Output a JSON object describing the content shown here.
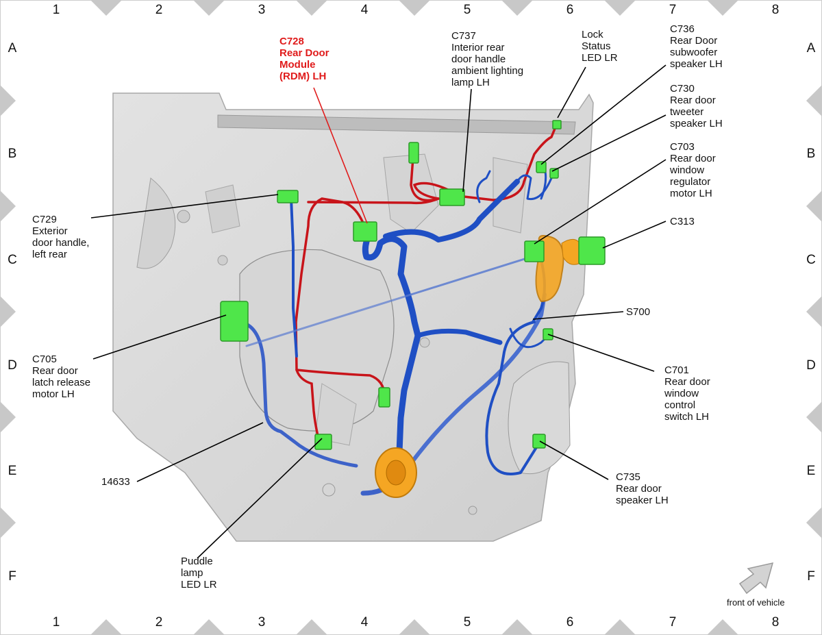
{
  "grid": {
    "columns": [
      "1",
      "2",
      "3",
      "4",
      "5",
      "6",
      "7",
      "8"
    ],
    "rows": [
      "A",
      "B",
      "C",
      "D",
      "E",
      "F"
    ]
  },
  "labels": {
    "c728": [
      "C728",
      "Rear Door",
      "Module",
      "(RDM) LH"
    ],
    "c737": [
      "C737",
      "Interior rear",
      "door handle",
      "ambient lighting",
      "lamp LH"
    ],
    "lock": [
      "Lock",
      "Status",
      "LED LR"
    ],
    "c736": [
      "C736",
      "Rear Door",
      "subwoofer",
      "speaker LH"
    ],
    "c730": [
      "C730",
      "Rear door",
      "tweeter",
      "speaker LH"
    ],
    "c703": [
      "C703",
      "Rear door",
      "window",
      "regulator",
      "motor LH"
    ],
    "c313": [
      "C313"
    ],
    "c729": [
      "C729",
      "Exterior",
      "door handle,",
      "left rear"
    ],
    "s700": [
      "S700"
    ],
    "c705": [
      "C705",
      "Rear door",
      "latch release",
      "motor LH"
    ],
    "c701": [
      "C701",
      "Rear door",
      "window",
      "control",
      "switch LH"
    ],
    "w14633": [
      "14633"
    ],
    "c735": [
      "C735",
      "Rear door",
      "speaker LH"
    ],
    "puddle": [
      "Puddle",
      "lamp",
      "LED LR"
    ]
  },
  "front_of_vehicle": "front of vehicle",
  "colors": {
    "harness_blue": "#1f4fc4",
    "harness_red": "#c8141a",
    "connector_green": "#4fe64a",
    "grommet_orange": "#f5a623",
    "label_red": "#e01b1b"
  }
}
